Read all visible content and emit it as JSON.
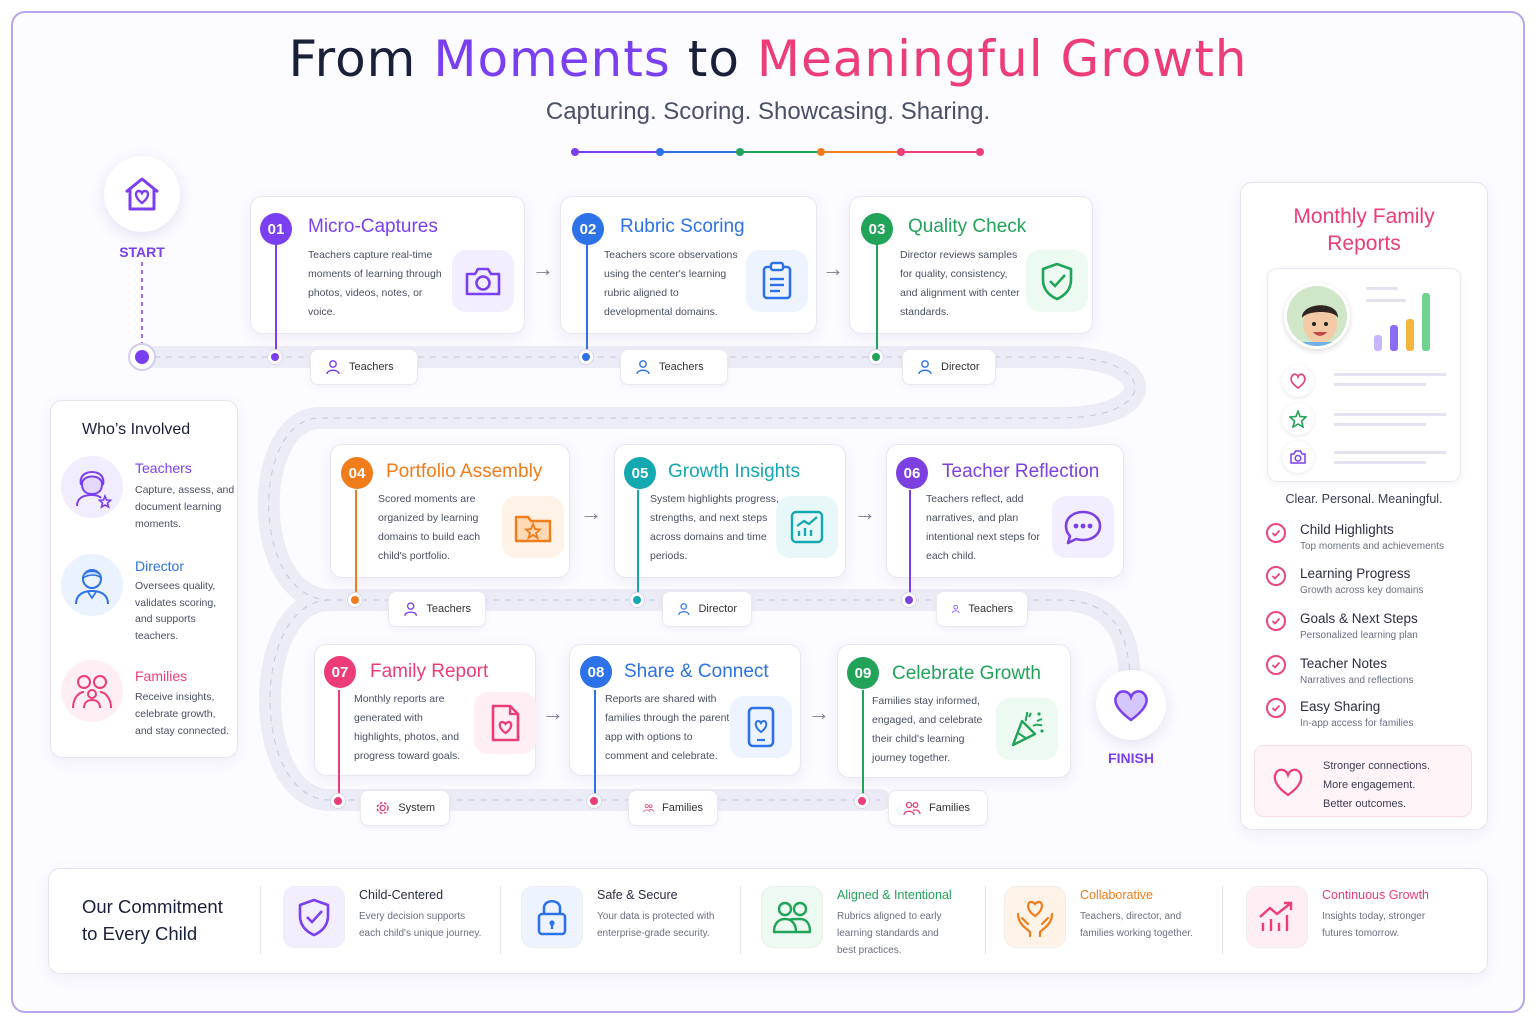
{
  "header": {
    "title_words": [
      "From",
      "Moments",
      "to",
      "Meaningful Growth"
    ],
    "subtitle": "Capturing. Scoring. Showcasing. Sharing."
  },
  "colors": {
    "purple": "#7b3ff2",
    "blue": "#2d72e6",
    "green": "#22a35a",
    "orange": "#f07c1b",
    "teal": "#14a8b0",
    "pink": "#ec3d78",
    "violet": "#7c3fe0"
  },
  "path": {
    "start_label": "START",
    "finish_label": "FINISH",
    "start_icon": "house-heart-icon",
    "finish_icon": "heart-icon"
  },
  "steps": [
    {
      "num": "01",
      "title": "Micro-Captures",
      "desc": "Teachers capture real-time moments of learning through photos, videos, notes, or voice.",
      "icon": "camera-icon",
      "role": "Teachers",
      "role_icon": "person-icon",
      "color": "#7b3ff2"
    },
    {
      "num": "02",
      "title": "Rubric Scoring",
      "desc": "Teachers score observations using the center's learning rubric aligned to developmental domains.",
      "icon": "clipboard-icon",
      "role": "Teachers",
      "role_icon": "person-icon",
      "color": "#2d72e6"
    },
    {
      "num": "03",
      "title": "Quality Check",
      "desc": "Director reviews samples for quality, consistency, and alignment with center standards.",
      "icon": "shield-check-icon",
      "role": "Director",
      "role_icon": "person-icon",
      "color": "#22a35a"
    },
    {
      "num": "04",
      "title": "Portfolio Assembly",
      "desc": "Scored moments are organized by learning domains to build each child's portfolio.",
      "icon": "folder-star-icon",
      "role": "Teachers",
      "role_icon": "person-icon",
      "color": "#f07c1b"
    },
    {
      "num": "05",
      "title": "Growth Insights",
      "desc": "System highlights progress, strengths, and next steps across domains and time periods.",
      "icon": "chart-up-icon",
      "role": "Director",
      "role_icon": "person-icon",
      "color": "#14a8b0"
    },
    {
      "num": "06",
      "title": "Teacher Reflection",
      "desc": "Teachers reflect, add narratives, and plan intentional next steps for each child.",
      "icon": "chat-bubble-icon",
      "role": "Teachers",
      "role_icon": "person-icon",
      "color": "#7c3fe0"
    },
    {
      "num": "07",
      "title": "Family Report",
      "desc": "Monthly reports are generated with highlights, photos, and progress toward goals.",
      "icon": "document-heart-icon",
      "role": "System",
      "role_icon": "gear-icon",
      "color": "#ec3d78"
    },
    {
      "num": "08",
      "title": "Share & Connect",
      "desc": "Reports are shared with families through the parent app with options to comment and celebrate.",
      "icon": "phone-heart-icon",
      "role": "Families",
      "role_icon": "people-icon",
      "color": "#2d72e6"
    },
    {
      "num": "09",
      "title": "Celebrate Growth",
      "desc": "Families stay informed, engaged, and celebrate their child's learning journey together.",
      "icon": "party-popper-icon",
      "role": "Families",
      "role_icon": "people-icon",
      "color": "#22a35a"
    }
  ],
  "involved": {
    "title": "Who’s Involved",
    "roles": [
      {
        "name": "Teachers",
        "desc": "Capture, assess, and document learning moments.",
        "icon": "teacher-star-icon",
        "color": "#7b3ff2"
      },
      {
        "name": "Director",
        "desc": "Oversees quality, validates scoring, and supports teachers.",
        "icon": "director-icon",
        "color": "#2d72e6"
      },
      {
        "name": "Families",
        "desc": "Receive insights, celebrate growth, and stay connected.",
        "icon": "family-icon",
        "color": "#ec3d78"
      }
    ]
  },
  "reports": {
    "title": "Monthly Family Reports",
    "tagline": "Clear. Personal. Meaningful.",
    "preview_icons": [
      "child-photo-icon",
      "bar-chart-icon",
      "heart-icon",
      "star-icon",
      "camera-icon"
    ],
    "items": [
      {
        "title": "Child Highlights",
        "desc": "Top moments and achievements"
      },
      {
        "title": "Learning Progress",
        "desc": "Growth across key domains"
      },
      {
        "title": "Goals & Next Steps",
        "desc": "Personalized learning plan"
      },
      {
        "title": "Teacher Notes",
        "desc": "Narratives and reflections"
      },
      {
        "title": "Easy Sharing",
        "desc": "In-app access for families"
      }
    ],
    "outcome_lines": [
      "Stronger connections.",
      "More engagement.",
      "Better outcomes."
    ]
  },
  "commitment": {
    "title_lines": [
      "Our Commitment",
      "to Every Child"
    ],
    "items": [
      {
        "title": "Child-Centered",
        "desc": "Every decision supports each child's unique journey.",
        "icon": "shield-check-icon",
        "color": "#7b3ff2"
      },
      {
        "title": "Safe & Secure",
        "desc": "Your data is protected with enterprise-grade security.",
        "icon": "lock-icon",
        "color": "#2d72e6"
      },
      {
        "title": "Aligned & Intentional",
        "desc": "Rubrics aligned to early learning standards and best practices.",
        "icon": "people-icon",
        "color": "#22a35a"
      },
      {
        "title": "Collaborative",
        "desc": "Teachers, director, and families working together.",
        "icon": "hands-heart-icon",
        "color": "#f07c1b"
      },
      {
        "title": "Continuous Growth",
        "desc": "Insights today, stronger futures tomorrow.",
        "icon": "trend-up-icon",
        "color": "#ec3d78"
      }
    ]
  }
}
